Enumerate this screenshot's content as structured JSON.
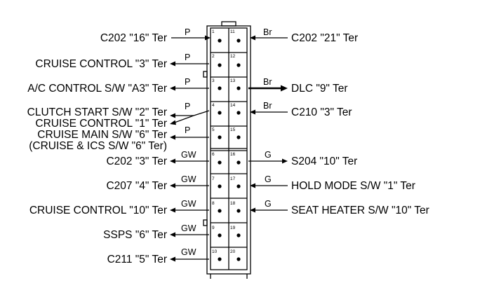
{
  "connector": {
    "pins_left": [
      "1",
      "2",
      "3",
      "4",
      "5",
      "6",
      "7",
      "8",
      "9",
      "10"
    ],
    "pins_right": [
      "11",
      "12",
      "13",
      "14",
      "15",
      "16",
      "17",
      "18",
      "19",
      "20"
    ]
  },
  "left_labels": [
    "C202 \"16\" Ter",
    "CRUISE CONTROL \"3\" Ter",
    "A/C CONTROL S/W \"A3\" Ter",
    "CLUTCH START S/W \"2\" Ter",
    "CRUISE CONTROL \"1\" Ter",
    "CRUISE MAIN S/W \"6\" Ter",
    "(CRUISE & ICS S/W \"6\" Ter)",
    "C202 \"3\" Ter",
    "C207 \"4\" Ter",
    "CRUISE CONTROL \"10\" Ter",
    "SSPS \"6\" Ter",
    "C211 \"5\" Ter"
  ],
  "left_wires": [
    "P",
    "P",
    "P",
    "P",
    "P",
    "GW",
    "GW",
    "GW",
    "GW",
    "GW"
  ],
  "right_labels": [
    "C202 \"21\" Ter",
    "DLC \"9\" Ter",
    "C210 \"3\" Ter",
    "S204 \"10\" Ter",
    "HOLD MODE S/W \"1\" Ter",
    "SEAT HEATER S/W \"10\" Ter"
  ],
  "right_wires": [
    "Br",
    "Br",
    "Br",
    "G",
    "G",
    "G"
  ]
}
